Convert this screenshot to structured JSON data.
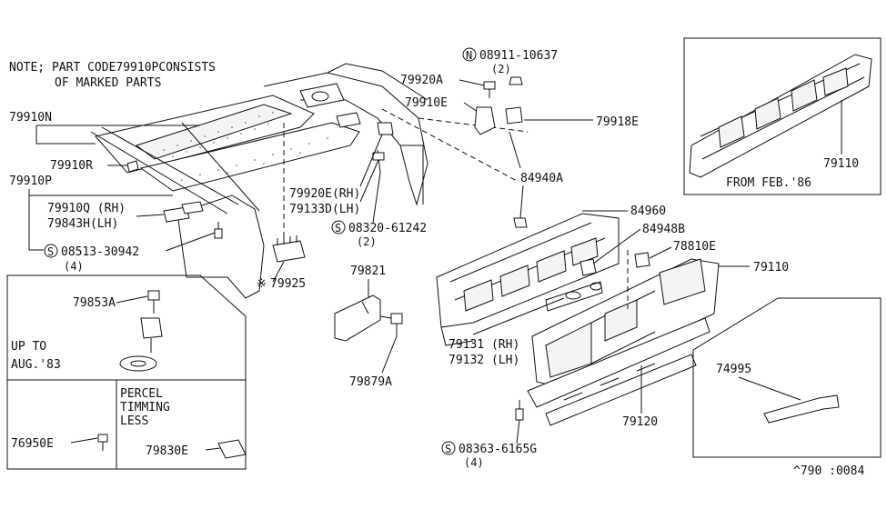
{
  "note": {
    "line1": "NOTE; PART CODE79910PCONSISTS",
    "line2": "OF    MARKED PARTS"
  },
  "labels": {
    "p79910N": "79910N",
    "p79910R": "79910R",
    "p79910P": "79910P",
    "p79910Q": "79910Q (RH)",
    "p79843H": "79843H(LH)",
    "p08513_prefix": "S",
    "p08513": "08513-30942",
    "p08513_qty": "(4)",
    "p79925": "79925",
    "p79925_mark": "※",
    "p79920E": "79920E(RH)",
    "p79133D": "79133D(LH)",
    "p08320_prefix": "S",
    "p08320": "08320-61242",
    "p08320_qty": "(2)",
    "p08911_prefix": "N",
    "p08911": "08911-10637",
    "p08911_qty": "(2)",
    "p79920A": "79920A",
    "p79910E": "79910E",
    "p79918E": "79918E",
    "p84940A": "84940A",
    "p84960": "84960",
    "p84948B": "84948B",
    "p78810E": "78810E",
    "p79110_main": "79110",
    "p79821": "79821",
    "p79879A": "79879A",
    "p79131": "79131 (RH)",
    "p79132": "79132 (LH)",
    "p79120": "79120",
    "p08363_prefix": "S",
    "p08363": "08363-6165G",
    "p08363_qty": "(4)",
    "p74995": "74995",
    "p79853A": "79853A",
    "p76950E": "76950E",
    "p79830E": "79830E"
  },
  "insets": {
    "feb86": {
      "part": "79110",
      "caption": "FROM FEB.'86"
    },
    "aug83": {
      "line1": "UP TO",
      "line2": "AUG.'83"
    },
    "percel": {
      "line1": "PERCEL",
      "line2": "TIMMING",
      "line3": "LESS"
    }
  },
  "diagram_code": "^790 :0084"
}
